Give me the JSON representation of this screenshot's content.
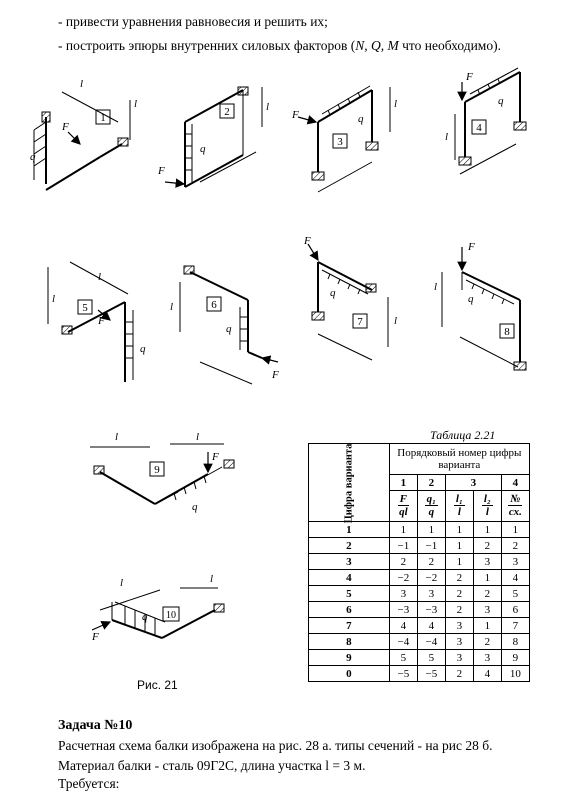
{
  "bullets": [
    "- привести уравнения равновесия и решить их;",
    "- построить эпюры внутренних силовых факторов (",
    "N, Q, M",
    " что необходимо)."
  ],
  "figure": {
    "caption": "Рис. 21",
    "schemes": [
      "1",
      "2",
      "3",
      "4",
      "5",
      "6",
      "7",
      "8",
      "9",
      "10"
    ],
    "labels": {
      "l1": "l",
      "l2": "l",
      "sub1": "1",
      "sub2": "2",
      "force": "F",
      "load": "q"
    }
  },
  "table": {
    "title": "Таблица 2.21",
    "row_header": "Цифра варианта",
    "group_header": "Порядковый номер цифры варианта",
    "col_numbers": [
      "1",
      "2",
      "3",
      "4"
    ],
    "col_symbols": [
      {
        "num": "F",
        "den": "ql"
      },
      {
        "num": "q₁",
        "den": "q"
      },
      {
        "num": "l₁",
        "den": "l"
      },
      {
        "num": "l₂",
        "den": "l"
      },
      {
        "num": "№",
        "den": "сх."
      }
    ],
    "rows": [
      {
        "n": "1",
        "v": [
          "1",
          "1",
          "1",
          "1",
          "1"
        ]
      },
      {
        "n": "2",
        "v": [
          "−1",
          "−1",
          "1",
          "2",
          "2"
        ]
      },
      {
        "n": "3",
        "v": [
          "2",
          "2",
          "1",
          "3",
          "3"
        ]
      },
      {
        "n": "4",
        "v": [
          "−2",
          "−2",
          "2",
          "1",
          "4"
        ]
      },
      {
        "n": "5",
        "v": [
          "3",
          "3",
          "2",
          "2",
          "5"
        ]
      },
      {
        "n": "6",
        "v": [
          "−3",
          "−3",
          "2",
          "3",
          "6"
        ]
      },
      {
        "n": "7",
        "v": [
          "4",
          "4",
          "3",
          "1",
          "7"
        ]
      },
      {
        "n": "8",
        "v": [
          "−4",
          "−4",
          "3",
          "2",
          "8"
        ]
      },
      {
        "n": "9",
        "v": [
          "5",
          "5",
          "3",
          "3",
          "9"
        ]
      },
      {
        "n": "0",
        "v": [
          "−5",
          "−5",
          "2",
          "4",
          "10"
        ]
      }
    ]
  },
  "task": {
    "title": "Задача №10",
    "lines": [
      "Расчетная схема балки изображена на рис. 28 а. типы сечений - на рис 28 б.",
      "Материал балки - сталь 09Г2С, длина участка l = 3 м.",
      "Требуется:"
    ]
  }
}
